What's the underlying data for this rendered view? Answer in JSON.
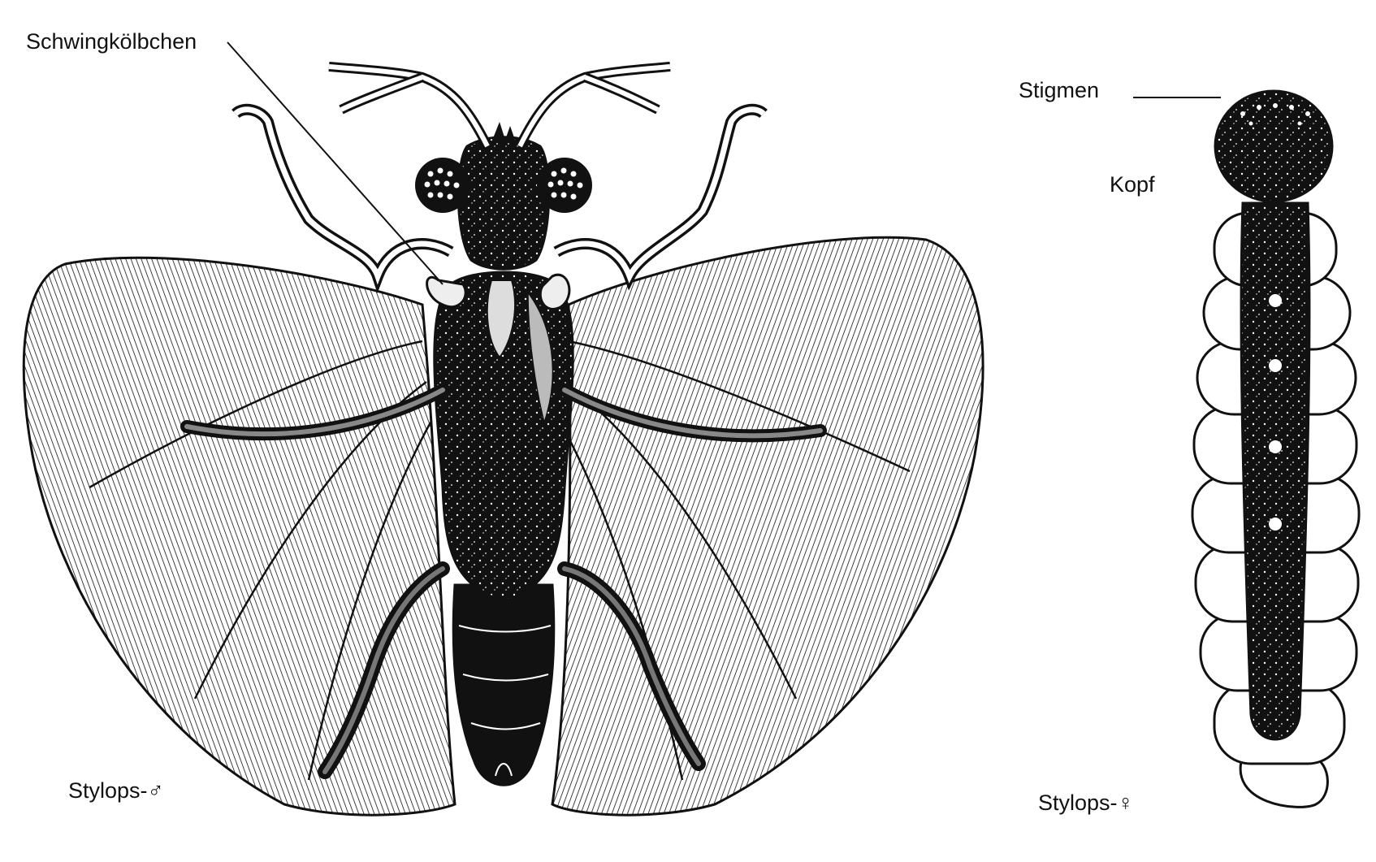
{
  "labels": {
    "halteres": "Schwingkölbchen",
    "spiracles": "Stigmen",
    "head": "Kopf",
    "male": "Stylops-♂",
    "female": "Stylops-♀"
  },
  "colors": {
    "ink": "#111111",
    "paper": "#ffffff"
  }
}
